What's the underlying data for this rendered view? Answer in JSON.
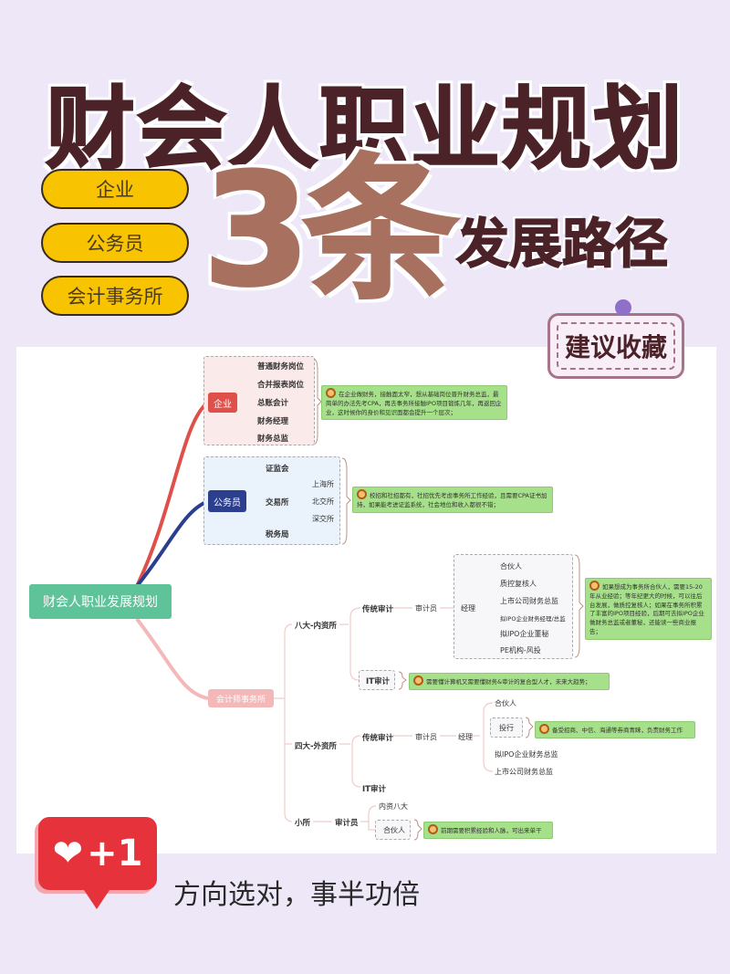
{
  "title": "财会人职业规划",
  "pills": [
    "企业",
    "公务员",
    "会计事务所"
  ],
  "headline": {
    "number": "3条",
    "text": "发展路径"
  },
  "sticker": "建议收藏",
  "mindmap": {
    "root": "财会人职业发展规划",
    "enterprise": {
      "label": "企业",
      "items": [
        "普通财务岗位",
        "合并报表岗位",
        "总账会计",
        "财务经理",
        "财务总监"
      ],
      "note": "在企业做财务，接触面太窄，想从基础岗位晋升财务总监，最简单的办法先考CPA，再去事务所接触IPO项目锻炼几年，再返回企业，这时候你的身价和见识面都会提升一个层次；"
    },
    "civil": {
      "label": "公务员",
      "items": [
        "证监会",
        "交易所",
        "税务局"
      ],
      "exchanges": [
        "上海所",
        "北交所",
        "深交所"
      ],
      "note": "校招和社招都有，社招优先考虑事务所工作经验，且需要CPA证书加持，如果能考进证监系统，社会地位和收入都很不错；"
    },
    "firm": {
      "label": "会计师事务所",
      "big8": {
        "label": "八大-内资所",
        "audit": "传统审计",
        "auditor": "审计员",
        "manager": "经理",
        "items": [
          "合伙人",
          "质控复核人",
          "上市公司财务总监",
          "拟IPO企业财务经理/总监",
          "拟IPO企业董秘",
          "PE机构-风投"
        ],
        "note": "如果想成为事务所合伙人，需要15-20年从业经验；等年纪更大的时候，可以往后台发展，做质控复核人；如果在事务所积累了丰富的IPO项目经验，后期可去拟IPO企业做财务总监或者董秘，还能读一些商业报告；",
        "it": "IT审计",
        "it_note": "需要懂计算机又需要懂财务&审计的复合型人才，未来大趋势；"
      },
      "big4": {
        "label": "四大-外资所",
        "audit": "传统审计",
        "auditor": "审计员",
        "manager": "经理",
        "items": [
          "合伙人",
          "投行",
          "拟IPO企业财务总监",
          "上市公司财务总监"
        ],
        "ib_note": "备受招商、中信、海通等券商青睐，负责财务工作",
        "it": "IT审计"
      },
      "small": {
        "label": "小所",
        "auditor": "审计员",
        "items": [
          "内资八大",
          "合伙人"
        ],
        "note": "前期需要积累经验和人脉，可出来单干"
      }
    }
  },
  "badge": "+1",
  "slogan": "方向选对，事半功倍",
  "colors": {
    "background": "#ede7f8",
    "title": "#4b2228",
    "pill": "#f8c300",
    "three": "#a8705f",
    "root": "#5fc39a",
    "enterprise": "#e0504a",
    "civil": "#2c3f8f",
    "firm": "#f4b8b8",
    "note": "#a6e08a",
    "badge": "#e5323b"
  }
}
